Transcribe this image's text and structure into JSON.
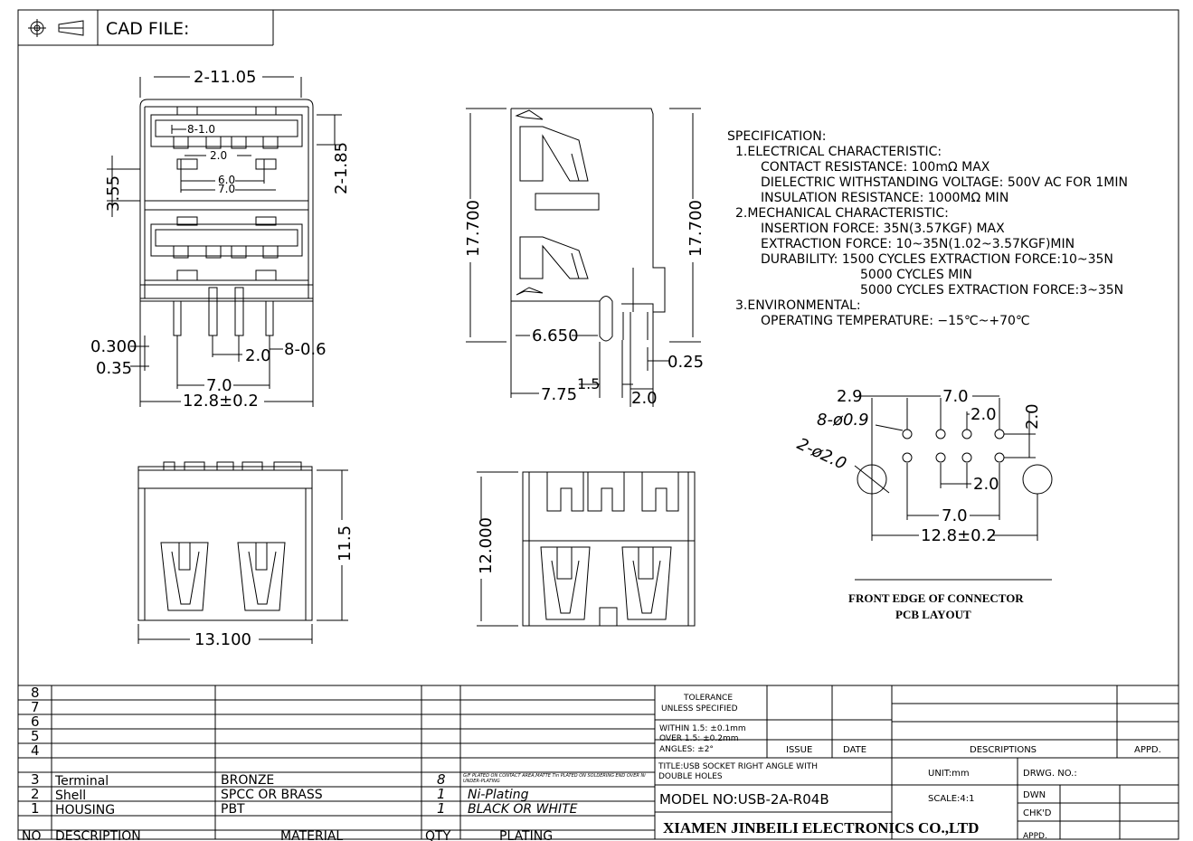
{
  "header": {
    "cad_label": "CAD FILE:"
  },
  "dims": {
    "top_width": "2-11.05",
    "pitch_8": "8-1.0",
    "d2_0_top": "2.0",
    "d6_0": "6.0",
    "d7_0_top": "7.0",
    "d2_1_85": "2-1.85",
    "d3_55": "3.55",
    "d0_300": "0.300",
    "d0_35": "0.35",
    "d2_0_pin": "2.0",
    "d8_0_6": "8-0.6",
    "d7_0_bottom": "7.0",
    "d12_8": "12.8±0.2",
    "side_h_left": "17.700",
    "side_h_right": "17.700",
    "d6_650": "6.650",
    "d1_5": "1.5",
    "d7_75": "7.75",
    "d2_0_side": "2.0",
    "d0_25": "0.25",
    "d13_100": "13.100",
    "d11_5": "11.5",
    "d12_000": "12.000"
  },
  "pcb": {
    "d2_9": "2.9",
    "d7_0_top": "7.0",
    "d2_0_a": "2.0",
    "d2_0_v": "2.0",
    "holes_small": "8-ø0.9",
    "holes_big": "2-ø2.0",
    "d2_0_b": "2.0",
    "d7_0_bot": "7.0",
    "d12_8": "12.8±0.2",
    "caption1": "FRONT EDGE OF CONNECTOR",
    "caption2": "PCB LAYOUT"
  },
  "spec": {
    "title": "SPECIFICATION:",
    "lines": [
      "1.ELECTRICAL CHARACTERISTIC:",
      "CONTACT RESISTANCE: 100mΩ MAX",
      "DIELECTRIC WITHSTANDING VOLTAGE: 500V AC FOR 1MIN",
      "INSULATION RESISTANCE: 1000MΩ MIN",
      "2.MECHANICAL CHARACTERISTIC:",
      "INSERTION FORCE: 35N(3.57KGF) MAX",
      "EXTRACTION FORCE: 10~35N(1.02~3.57KGF)MIN",
      "DURABILITY: 1500 CYCLES EXTRACTION FORCE:10~35N",
      "5000 CYCLES MIN",
      "5000 CYCLES EXTRACTION FORCE:3~35N",
      "3.ENVIRONMENTAL:",
      "OPERATING TEMPERATURE: −15℃~+70℃"
    ]
  },
  "bom": {
    "row_numbers": [
      "8",
      "7",
      "6",
      "5",
      "4"
    ],
    "rows": [
      {
        "no": "3",
        "desc": "Terminal",
        "material": "BRONZE",
        "qty": "8",
        "plating": "G/F PLATED ON CONTACT AREA,MATTE Tin PLATED ON SOLDERING END OVER Ni UNDER-PLATING"
      },
      {
        "no": "2",
        "desc": "Shell",
        "material": "SPCC OR BRASS",
        "qty": "1",
        "plating": "Ni-Plating"
      },
      {
        "no": "1",
        "desc": "HOUSING",
        "material": "PBT",
        "qty": "1",
        "plating": "BLACK OR WHITE"
      }
    ],
    "header": {
      "no": "NO",
      "desc": "DESCRIPTION",
      "material": "MATERIAL",
      "qty": "QTY",
      "plating": "PLATING"
    }
  },
  "title_block": {
    "tolerance1": "TOLERANCE",
    "tolerance2": "UNLESS SPECIFIED",
    "within": "WITHIN 1.5: ±0.1mm",
    "over": "OVER 1.5: ±0.2mm",
    "angles": "ANGLES: ±2°",
    "issue": "ISSUE",
    "date": "DATE",
    "descriptions": "DESCRIPTIONS",
    "appd": "APPD.",
    "title1": "TITLE:USB SOCKET RIGHT ANGLE WITH",
    "title2": "DOUBLE HOLES",
    "unit": "UNIT:mm",
    "drwg_no": "DRWG. NO.:",
    "model": "MODEL NO:USB-2A-R04B",
    "scale": "SCALE:4:1",
    "dwn": "DWN",
    "chkd": "CHK'D",
    "appd2": "APPD.",
    "company": "XIAMEN JINBEILI ELECTRONICS CO.,LTD"
  }
}
